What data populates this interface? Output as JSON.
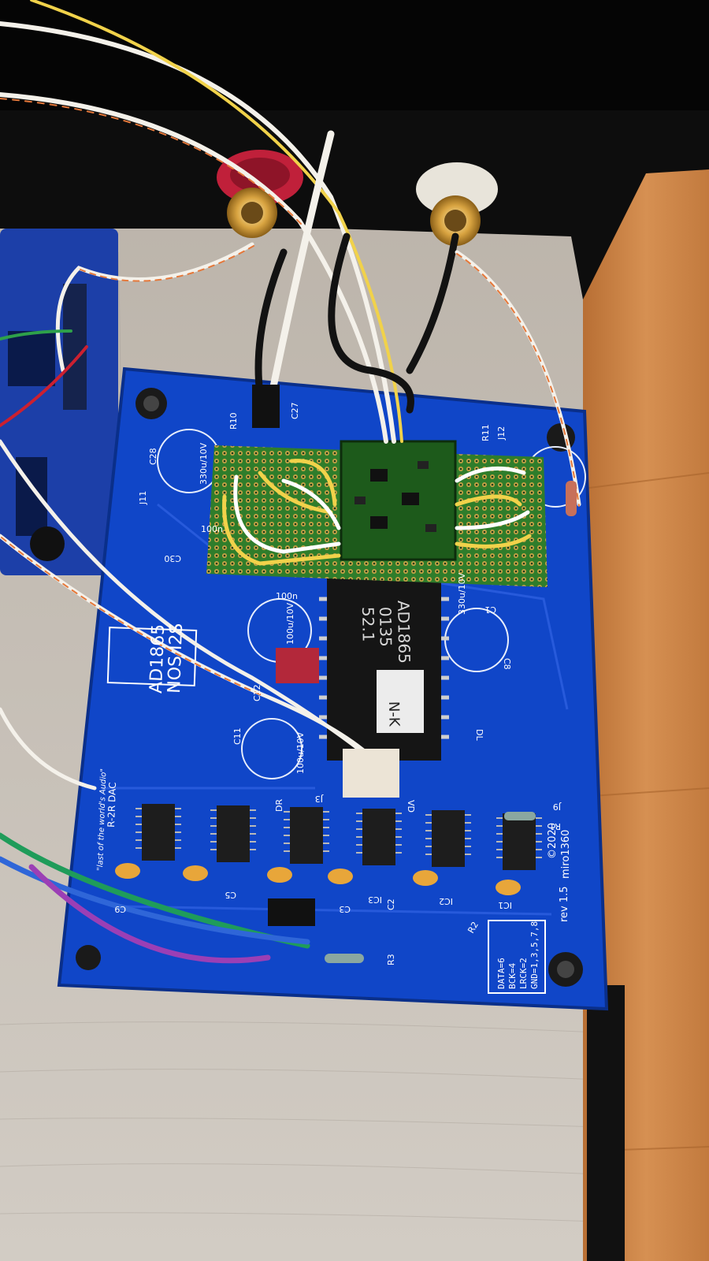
{
  "board": {
    "chip_line1": "AD1865",
    "chip_line2": "0135",
    "chip_line3": "52.1",
    "chip_sticker": "N-K",
    "box_label_line1": "AD1865",
    "box_label_line2": "NOS I2S",
    "tagline": "\"last of the world's Audio\"",
    "subtitle": "R-2R DAC",
    "copyright": "©2020",
    "author": "miro1360",
    "revision": "rev 1.5",
    "pinout": [
      "DATA=6",
      "BCK=4",
      "LRCK=2",
      "GND=1,3,5,7,8"
    ],
    "labels": {
      "r10": "R10",
      "c27": "C27",
      "c28": "C28",
      "r11": "R11",
      "j12": "J12",
      "j11": "J11",
      "c30": "C30",
      "c11": "C11",
      "c12": "C12",
      "c8": "C8",
      "c1": "C1",
      "dr": "DR",
      "j3": "J3",
      "vd": "VD",
      "dl": "DL",
      "j9": "J9",
      "r1": "R1",
      "r2": "R2",
      "r3": "R3",
      "ic1": "IC1",
      "ic2": "IC2",
      "ic3": "IC3",
      "c2": "C2",
      "c3": "C3",
      "c5": "C5",
      "c9": "C9",
      "cap_330u": "330u/10V",
      "cap_100u": "100u/10V",
      "cap_100n": "100n"
    }
  },
  "colors": {
    "pcb": "#1046c8",
    "wood": "#d08a4a",
    "panel": "#0d0d0d",
    "rca_red": "#c0203a",
    "rca_white": "#e8e4da",
    "gold": "#d9a441"
  }
}
